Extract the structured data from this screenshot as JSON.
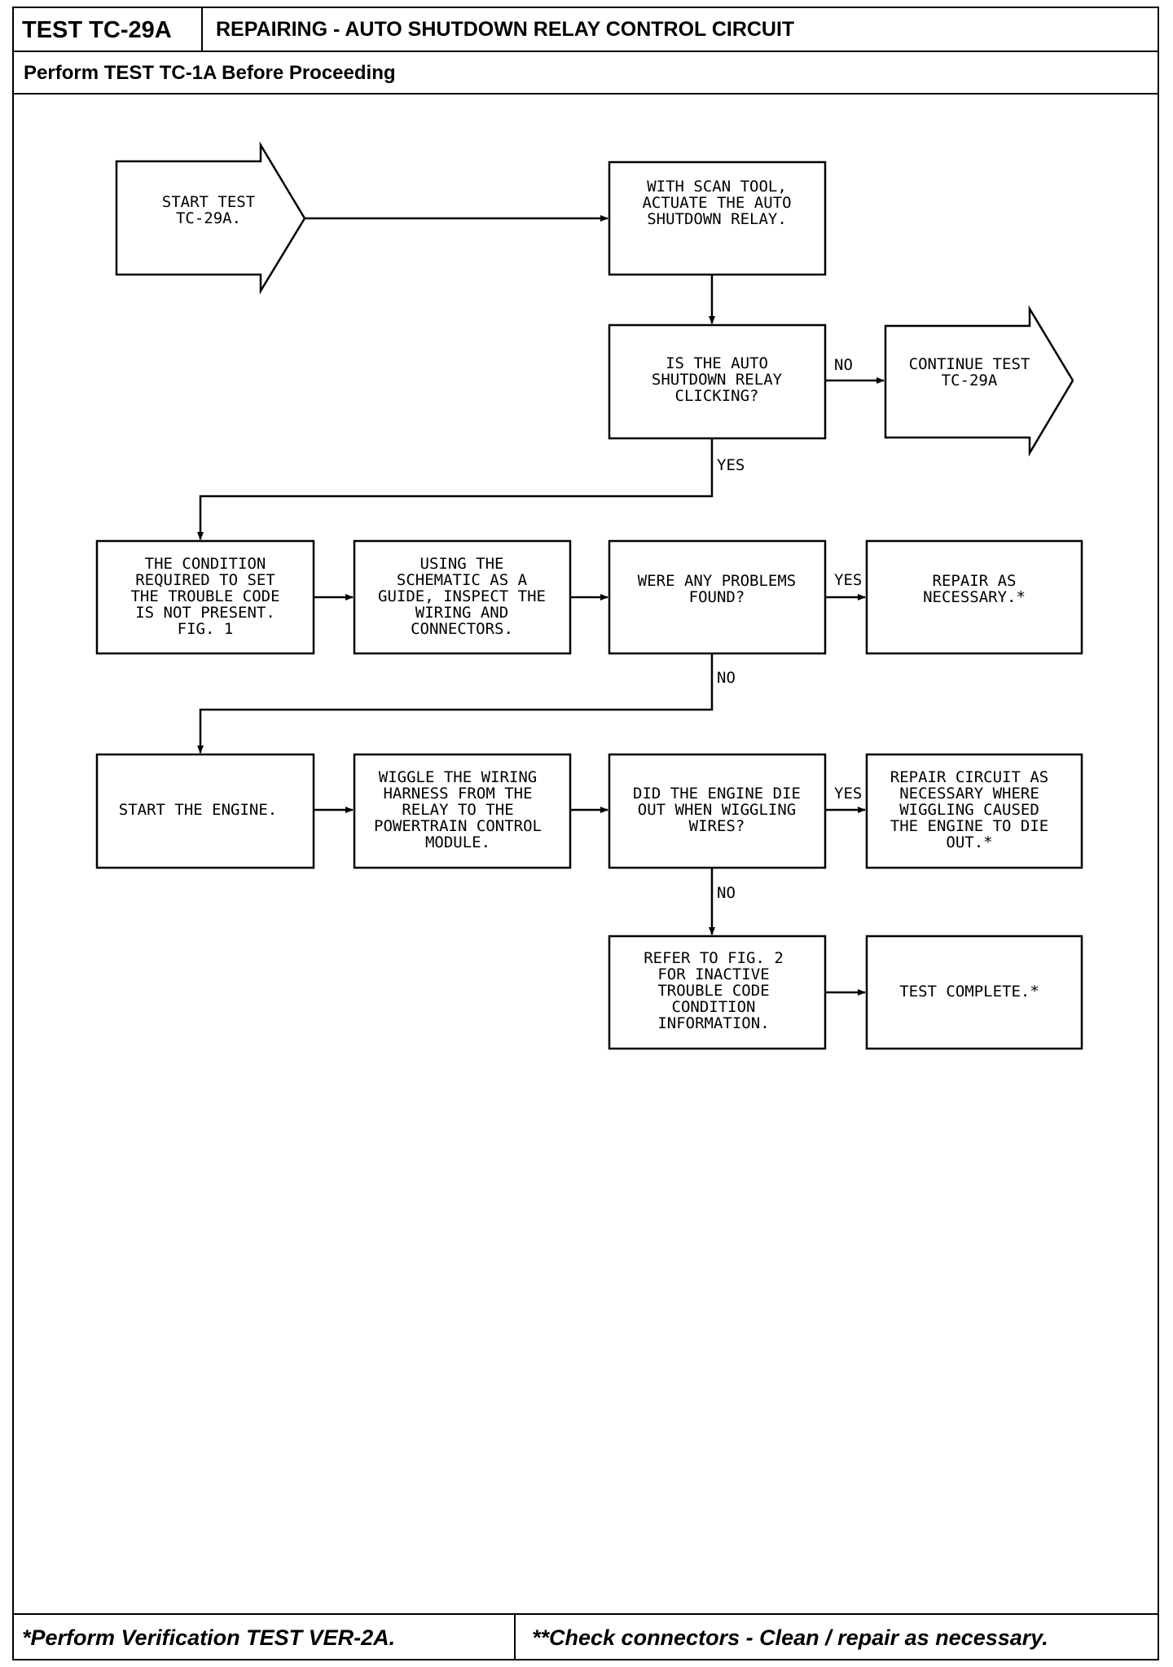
{
  "header": {
    "test_id": "TEST TC-29A",
    "title": "REPAIRING - AUTO SHUTDOWN RELAY CONTROL CIRCUIT",
    "subtitle": "Perform TEST TC-1A Before Proceeding"
  },
  "nodes": {
    "start": [
      "START TEST",
      "TC-29A."
    ],
    "actuate": [
      "WITH SCAN TOOL,",
      "ACTUATE THE AUTO",
      "SHUTDOWN RELAY."
    ],
    "clicking": [
      "IS THE AUTO",
      "SHUTDOWN RELAY",
      "CLICKING?"
    ],
    "continue": [
      "CONTINUE TEST",
      "TC-29A"
    ],
    "condition": [
      "THE CONDITION",
      "REQUIRED TO SET",
      "THE TROUBLE CODE",
      "IS NOT PRESENT.",
      "FIG. 1"
    ],
    "inspect": [
      "USING THE",
      "SCHEMATIC AS A",
      "GUIDE, INSPECT THE",
      "WIRING AND",
      "CONNECTORS."
    ],
    "problems": [
      "WERE ANY PROBLEMS",
      "FOUND?"
    ],
    "repair": [
      "REPAIR AS",
      "NECESSARY.*"
    ],
    "start_engine": [
      "START THE ENGINE."
    ],
    "wiggle": [
      "WIGGLE THE WIRING",
      "HARNESS FROM THE",
      "RELAY TO THE",
      "POWERTRAIN CONTROL",
      "MODULE."
    ],
    "die_out": [
      "DID THE ENGINE DIE",
      "OUT WHEN WIGGLING",
      "WIRES?"
    ],
    "repair_circuit": [
      "REPAIR CIRCUIT AS",
      "NECESSARY WHERE",
      "WIGGLING CAUSED",
      "THE ENGINE TO DIE",
      "OUT.*"
    ],
    "refer": [
      "REFER TO FIG. 2",
      "FOR INACTIVE",
      "TROUBLE CODE",
      "CONDITION",
      "INFORMATION."
    ],
    "complete": [
      "TEST COMPLETE.*"
    ]
  },
  "labels": {
    "no_continue": "NO",
    "yes_clicking": "YES",
    "yes_problems": "YES",
    "no_problems": "NO",
    "yes_die": "YES",
    "no_die": "NO"
  },
  "footer": {
    "left": "*Perform Verification TEST VER-2A.",
    "right": "**Check connectors - Clean / repair as necessary."
  }
}
